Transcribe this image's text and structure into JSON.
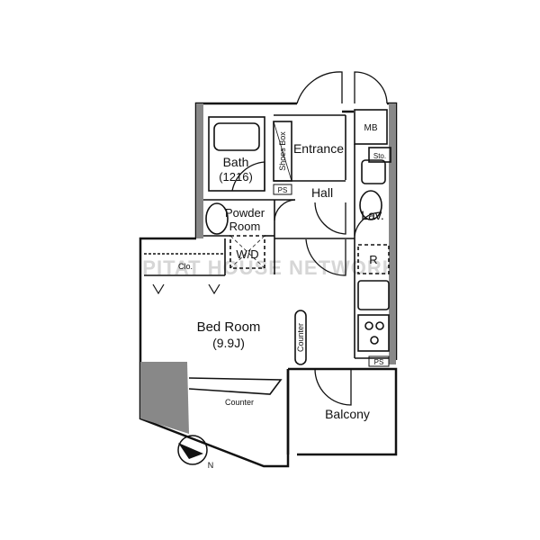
{
  "rooms": {
    "bath": {
      "name": "Bath",
      "size": "(1216)"
    },
    "entrance": "Entrance",
    "shoes_box": "Shoes Box",
    "hall": "Hall",
    "lav": "Lav.",
    "powder_room": {
      "line1": "Powder",
      "line2": "Room"
    },
    "walk_in_closet": "W/D",
    "bed_room": {
      "name": "Bed Room",
      "size": "(9.9J)"
    },
    "closet": "Clo.",
    "refrigerator": "R",
    "balcony": "Balcony",
    "meter_box": "MB",
    "storage": "Sto."
  },
  "counters": {
    "vertical": "Counter",
    "bottom": "Counter"
  },
  "pipe_spaces": {
    "bath": "PS",
    "kitchen": "PS"
  },
  "compass": {
    "label": "N"
  },
  "watermark": "PITAT HOUSE NETWORK",
  "colors": {
    "wall": "#888888",
    "line": "#111111",
    "watermark": "#d6d6d6"
  }
}
